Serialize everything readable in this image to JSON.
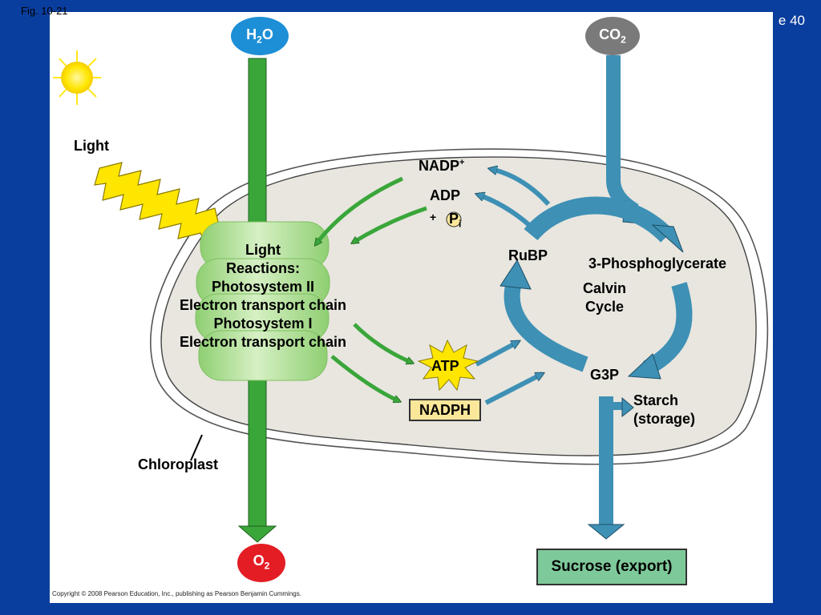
{
  "figure": {
    "fig_label": "Fig. 10-21",
    "slide_label": "e 40",
    "copyright": "Copyright © 2008 Pearson Education, Inc., publishing as Pearson Benjamin Cummings."
  },
  "inputs": {
    "water": "H2O",
    "carbon_dioxide": "CO2",
    "light": "Light"
  },
  "outputs": {
    "oxygen": "O2",
    "sucrose": "Sucrose (export)",
    "starch_line1": "Starch",
    "starch_line2": "(storage)"
  },
  "light_reactions": {
    "line1": "Light",
    "line2": "Reactions:",
    "line3": "Photosystem II",
    "line4": "Electron transport chain",
    "line5": "Photosystem I",
    "line6": "Electron transport chain"
  },
  "calvin_cycle": {
    "line1": "Calvin",
    "line2": "Cycle",
    "rubp": "RuBP",
    "pga": "3-Phosphoglycerate",
    "g3p": "G3P"
  },
  "carriers": {
    "nadp": "NADP",
    "nadp_charge": "+",
    "adp": "ADP",
    "plus": "+",
    "pi": "P",
    "pi_sub": "i",
    "atp": "ATP",
    "nadph": "NADPH"
  },
  "organelle": {
    "chloroplast": "Chloroplast"
  },
  "colors": {
    "background": "#0a3e9e",
    "stroma": "#e8e6df",
    "green_arrow": "#3aa63a",
    "blue_arrow": "#3e90b5",
    "water_oval": "#1d8fd6",
    "co2_oval": "#7a7a7a",
    "o2_oval": "#e41d24",
    "sun": "#ffe600",
    "thylakoid": "#b8e3a0",
    "atp_star": "#ffe600",
    "nadph_box": "#fbe79a",
    "sucrose_box": "#7ec99a"
  }
}
